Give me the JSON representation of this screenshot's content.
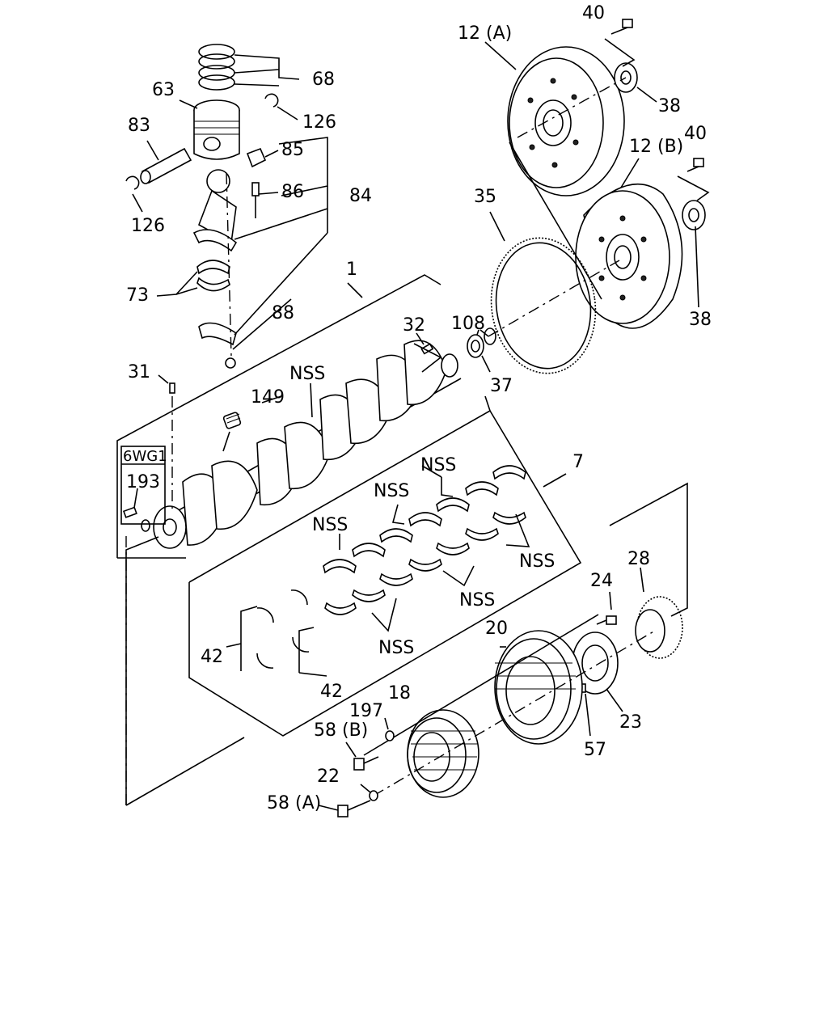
{
  "labels": {
    "l68": "68",
    "l63": "63",
    "l126a": "126",
    "l83": "83",
    "l85": "85",
    "l86": "86",
    "l84": "84",
    "l126b": "126",
    "l73": "73",
    "l88": "88",
    "l1": "1",
    "l32": "32",
    "l31": "31",
    "l149": "149",
    "nss_crank": "NSS",
    "box_code": "6WG1",
    "l193": "193",
    "l12a": "12 (A)",
    "l40a": "40",
    "l38a": "38",
    "l40b": "40",
    "l12b": "12 (B)",
    "l35": "35",
    "l108": "108",
    "l38b": "38",
    "l37": "37",
    "l7": "7",
    "nss1": "NSS",
    "nss2": "NSS",
    "nss3": "NSS",
    "nss4": "NSS",
    "nss5": "NSS",
    "nss6": "NSS",
    "l42a": "42",
    "l42b": "42",
    "l28": "28",
    "l24": "24",
    "l20": "20",
    "l23": "23",
    "l57": "57",
    "l18": "18",
    "l197": "197",
    "l58b": "58 (B)",
    "l22": "22",
    "l58a": "58 (A)"
  }
}
